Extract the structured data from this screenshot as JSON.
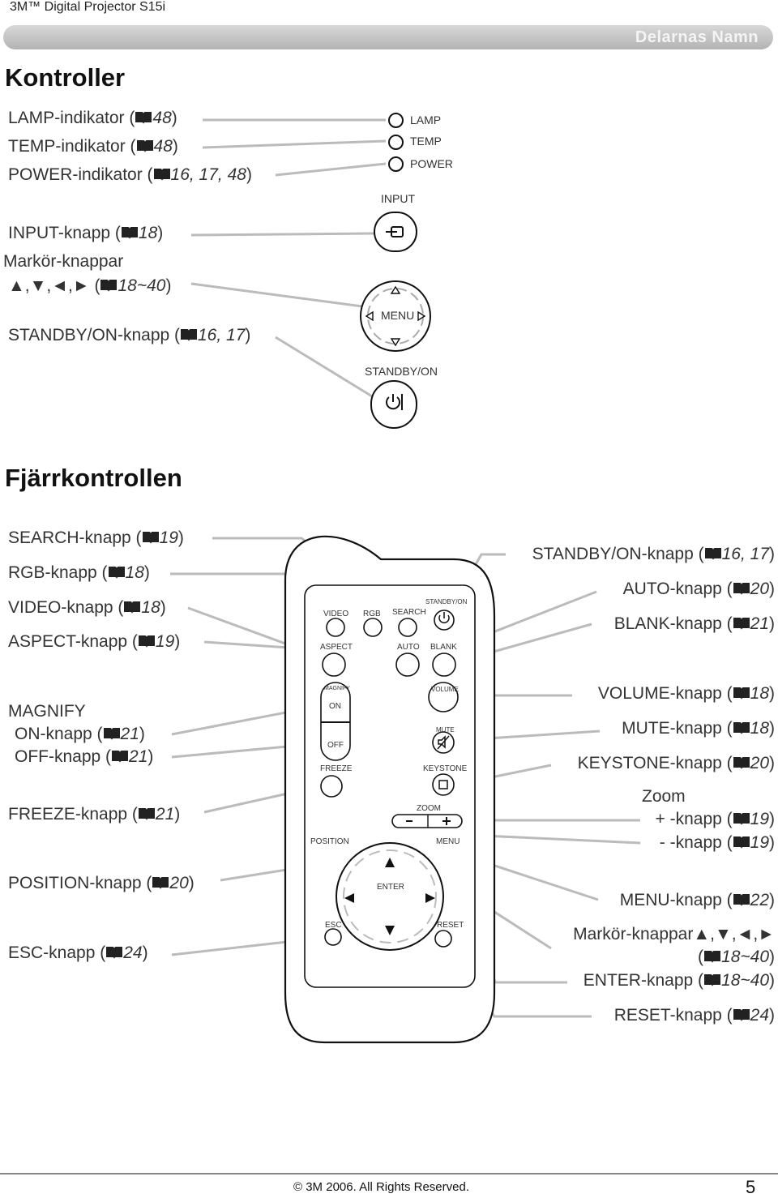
{
  "header": {
    "doc_title": "3M™ Digital Projector S15i",
    "bar_title": "Delarnas Namn"
  },
  "sections": {
    "controls": "Kontroller",
    "remote": "Fjärrkontrollen"
  },
  "controls_labels": {
    "lamp": {
      "text": "LAMP-indikator (",
      "ref": "48",
      "end": ")"
    },
    "temp": {
      "text": "TEMP-indikator (",
      "ref": "48",
      "end": ")"
    },
    "power": {
      "text": "POWER-indikator (",
      "ref": "16, 17, 48",
      "end": ")"
    },
    "input": {
      "text": "INPUT-knapp (",
      "ref": "18",
      "end": ")"
    },
    "cursor_line1": "Markör-knappar",
    "cursor": {
      "text": "▲,▼,◄,► (",
      "ref": "18~40",
      "end": ")"
    },
    "standby": {
      "text": "STANDBY/ON-knapp (",
      "ref": "16, 17",
      "end": ")"
    }
  },
  "panel": {
    "lamp": "LAMP",
    "temp": "TEMP",
    "power": "POWER",
    "input": "INPUT",
    "menu": "MENU",
    "standby": "STANDBY/ON"
  },
  "remote_left": {
    "search": {
      "text": "SEARCH-knapp (",
      "ref": "19",
      "end": ")"
    },
    "rgb": {
      "text": "RGB-knapp (",
      "ref": "18",
      "end": ")"
    },
    "video": {
      "text": "VIDEO-knapp (",
      "ref": "18",
      "end": ")"
    },
    "aspect": {
      "text": "ASPECT-knapp (",
      "ref": "19",
      "end": ")"
    },
    "magnify": "MAGNIFY",
    "on": {
      "text": "ON-knapp (",
      "ref": "21",
      "end": ")"
    },
    "off": {
      "text": "OFF-knapp (",
      "ref": "21",
      "end": ")"
    },
    "freeze": {
      "text": "FREEZE-knapp (",
      "ref": "21",
      "end": ")"
    },
    "position": {
      "text": "POSITION-knapp (",
      "ref": "20",
      "end": ")"
    },
    "esc": {
      "text": "ESC-knapp (",
      "ref": "24",
      "end": ")"
    }
  },
  "remote_right": {
    "standby": {
      "text": "STANDBY/ON-knapp (",
      "ref": "16, 17",
      "end": ")"
    },
    "auto": {
      "text": "AUTO-knapp (",
      "ref": "20",
      "end": ")"
    },
    "blank": {
      "text": "BLANK-knapp (",
      "ref": "21",
      "end": ")"
    },
    "volume": {
      "text": "VOLUME-knapp (",
      "ref": "18",
      "end": ")"
    },
    "mute": {
      "text": "MUTE-knapp (",
      "ref": "18",
      "end": ")"
    },
    "keystone": {
      "text": "KEYSTONE-knapp (",
      "ref": "20",
      "end": ")"
    },
    "zoom": "Zoom",
    "zoom_plus": {
      "text": "+ -knapp (",
      "ref": "19",
      "end": ")"
    },
    "zoom_minus": {
      "text": "- -knapp (",
      "ref": "19",
      "end": ")"
    },
    "menu": {
      "text": "MENU-knapp (",
      "ref": "22",
      "end": ")"
    },
    "cursor": "Markör-knappar▲,▼,◄,►",
    "cursor_ref": {
      "text": "(",
      "ref": "18~40",
      "end": ")"
    },
    "enter": {
      "text": "ENTER-knapp (",
      "ref": "18~40",
      "end": ")"
    },
    "reset": {
      "text": "RESET-knapp (",
      "ref": "24",
      "end": ")"
    }
  },
  "remote": {
    "video": "VIDEO",
    "rgb": "RGB",
    "search": "SEARCH",
    "standby": "STANDBY/ON",
    "aspect": "ASPECT",
    "auto": "AUTO",
    "blank": "BLANK",
    "magnify": "MAGNIFY",
    "on": "ON",
    "off": "OFF",
    "volume": "VOLUME",
    "mute": "MUTE",
    "freeze": "FREEZE",
    "keystone": "KEYSTONE",
    "zoom": "ZOOM",
    "position": "POSITION",
    "menu": "MENU",
    "enter": "ENTER",
    "esc": "ESC",
    "reset": "RESET"
  },
  "footer": {
    "copyright": "© 3M 2006.  All Rights Reserved.",
    "page": "5"
  }
}
